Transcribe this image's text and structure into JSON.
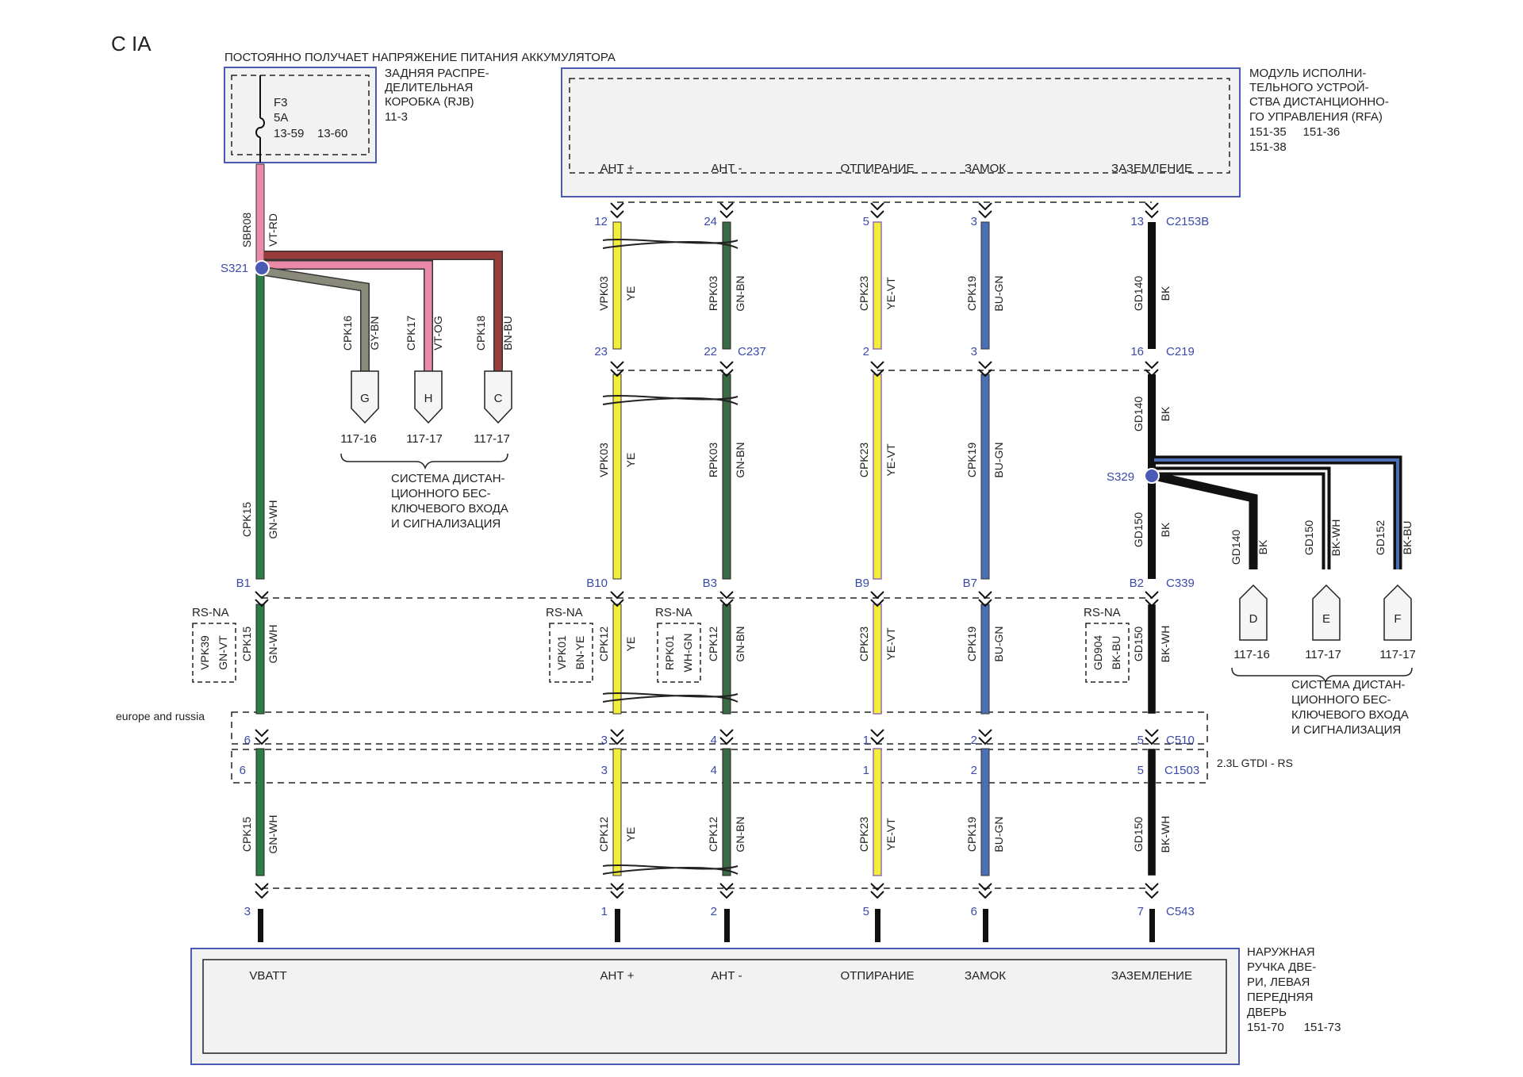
{
  "page_title": "C IA",
  "battery_note": "ПОСТОЯННО ПОЛУЧАЕТ НАПРЯЖЕНИЕ ПИТАНИЯ АККУМУЛЯТОРА",
  "rjb": {
    "name_lines": [
      "ЗАДНЯЯ РАСПРЕ-",
      "ДЕЛИТЕЛЬНАЯ",
      "КОРОБКА (RJB)",
      "11-3"
    ],
    "fuse_id": "F3",
    "fuse_rating": "5A",
    "ref_a": "13-59",
    "ref_b": "13-60"
  },
  "rfa": {
    "name_lines": [
      "МОДУЛЬ ИСПОЛНИ-",
      "ТЕЛЬНОГО УСТРОЙ-",
      "СТВА ДИСТАНЦИОННО-",
      "ГО УПРАВЛЕНИЯ (RFA)",
      "151-35     151-36",
      "151-38"
    ],
    "pins": [
      "АНТ +",
      "АНТ -",
      "ОТПИРАНИЕ",
      "ЗАМОК",
      "ЗАЗЕМЛЕНИЕ"
    ]
  },
  "handle": {
    "name_lines": [
      "НАРУЖНАЯ",
      "РУЧКА ДВЕ-",
      "РИ, ЛЕВАЯ",
      "ПЕРЕДНЯЯ",
      "ДВЕРЬ",
      "151-70      151-73"
    ],
    "pins": [
      "VBATT",
      "АНТ +",
      "АНТ -",
      "ОТПИРАНИЕ",
      "ЗАМОК",
      "ЗАЗЕМЛЕНИЕ"
    ]
  },
  "connectors": {
    "c2153b": "C2153B",
    "c237": "C237",
    "c219": "C219",
    "c339": "C339",
    "c510": "C510",
    "c1503": "C1503",
    "c543": "C543"
  },
  "splices": {
    "s321": "S321",
    "s329": "S329"
  },
  "variants": {
    "rs_na": "RS-NA",
    "europe": "europe and russia",
    "gtdi": "2.3L GTDI - RS"
  },
  "keyless_system_lines": [
    "СИСТЕМА ДИСТАН-",
    "ЦИОННОГО БЕС-",
    "КЛЮЧЕВОГО ВХОДА",
    "И СИГНАЛИЗАЦИЯ"
  ],
  "top_feed": {
    "circuit": "SBR08",
    "color": "VT-RD"
  },
  "branches_left": [
    {
      "circuit": "CPK16",
      "color": "GY-BN",
      "letter": "G",
      "ref": "117-16"
    },
    {
      "circuit": "CPK17",
      "color": "VT-OG",
      "letter": "H",
      "ref": "117-17"
    },
    {
      "circuit": "CPK18",
      "color": "BN-BU",
      "letter": "C",
      "ref": "117-17"
    }
  ],
  "branches_right": [
    {
      "circuit": "GD140",
      "color": "BK",
      "letter": "D",
      "ref": "117-16"
    },
    {
      "circuit": "GD150",
      "color": "BK-WH",
      "letter": "E",
      "ref": "117-17"
    },
    {
      "circuit": "GD152",
      "color": "BK-BU",
      "letter": "F",
      "ref": "117-17"
    }
  ],
  "alt_wires": [
    {
      "circuit": "VPK39",
      "color": "GN-VT"
    },
    {
      "circuit": "VPK01",
      "color": "BN-YE"
    },
    {
      "circuit": "RPK01",
      "color": "WH-GN"
    },
    {
      "circuit": "GD904",
      "color": "BK-BU"
    }
  ],
  "columns": [
    {
      "id": "vbatt",
      "pins": [
        "",
        "",
        "B1",
        "6",
        "6",
        "3"
      ],
      "segments": [
        {
          "circuit": "",
          "color": ""
        },
        {
          "circuit": "CPK15",
          "color": "GN-WH"
        },
        {
          "circuit": "CPK15",
          "color": "GN-WH"
        },
        {
          "circuit": "CPK15",
          "color": "GN-WH"
        }
      ]
    },
    {
      "id": "ant-plus",
      "pins": [
        "12",
        "23",
        "B10",
        "3",
        "3",
        "1"
      ],
      "segments": [
        {
          "circuit": "VPK03",
          "color": "YE"
        },
        {
          "circuit": "VPK03",
          "color": "YE"
        },
        {
          "circuit": "CPK12",
          "color": "YE"
        },
        {
          "circuit": "CPK12",
          "color": "YE"
        }
      ]
    },
    {
      "id": "ant-minus",
      "pins": [
        "24",
        "22",
        "B3",
        "4",
        "4",
        "2"
      ],
      "segments": [
        {
          "circuit": "RPK03",
          "color": "GN-BN"
        },
        {
          "circuit": "RPK03",
          "color": "GN-BN"
        },
        {
          "circuit": "CPK12",
          "color": "GN-BN"
        },
        {
          "circuit": "CPK12",
          "color": "GN-BN"
        }
      ]
    },
    {
      "id": "unlock",
      "pins": [
        "5",
        "2",
        "B9",
        "1",
        "1",
        "5"
      ],
      "segments": [
        {
          "circuit": "CPK23",
          "color": "YE-VT"
        },
        {
          "circuit": "CPK23",
          "color": "YE-VT"
        },
        {
          "circuit": "CPK23",
          "color": "YE-VT"
        },
        {
          "circuit": "CPK23",
          "color": "YE-VT"
        }
      ]
    },
    {
      "id": "lock",
      "pins": [
        "3",
        "3",
        "B7",
        "2",
        "2",
        "6"
      ],
      "segments": [
        {
          "circuit": "CPK19",
          "color": "BU-GN"
        },
        {
          "circuit": "CPK19",
          "color": "BU-GN"
        },
        {
          "circuit": "CPK19",
          "color": "BU-GN"
        },
        {
          "circuit": "CPK19",
          "color": "BU-GN"
        }
      ]
    },
    {
      "id": "ground",
      "pins": [
        "13",
        "16",
        "B2",
        "5",
        "5",
        "7"
      ],
      "segments": [
        {
          "circuit": "GD140",
          "color": "BK"
        },
        {
          "circuit": "GD140",
          "color": "BK"
        },
        {
          "circuit": "GD150",
          "color": "BK"
        },
        {
          "circuit": "GD150",
          "color": "BK-WH"
        },
        {
          "circuit": "GD150",
          "color": "BK-WH"
        }
      ]
    }
  ]
}
